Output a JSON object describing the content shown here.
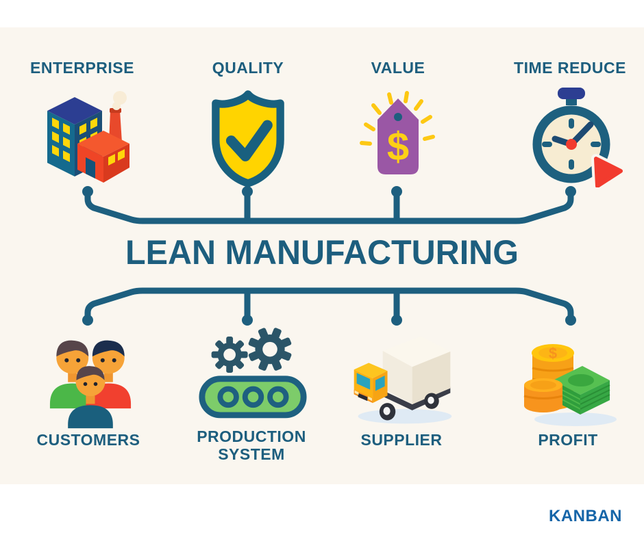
{
  "page": {
    "background": "#ffffff",
    "panel_background": "#faf6ef"
  },
  "palette": {
    "line_teal": "#1d5e7e",
    "kanban_blue": "#1565a8",
    "shield_yellow": "#ffd400",
    "tag_purple": "#9a57a5",
    "alert_red": "#f23b2e",
    "conveyor_green": "#7dcc6a",
    "coin_gold": "#ffc50d",
    "bill_green": "#3aa73f"
  },
  "title": "LEAN MANUFACTURING",
  "brand": "KANBAN",
  "top_items": [
    {
      "label": "ENTERPRISE",
      "icon": "factory-icon"
    },
    {
      "label": "QUALITY",
      "icon": "shield-check-icon"
    },
    {
      "label": "VALUE",
      "icon": "price-tag-icon",
      "symbol": "$"
    },
    {
      "label": "TIME REDUCE",
      "icon": "stopwatch-icon"
    }
  ],
  "bottom_items": [
    {
      "label": "CUSTOMERS",
      "icon": "customers-icon"
    },
    {
      "label": "PRODUCTION SYSTEM",
      "icon": "production-line-icon"
    },
    {
      "label": "SUPPLIER",
      "icon": "delivery-truck-icon"
    },
    {
      "label": "PROFIT",
      "icon": "money-profit-icon",
      "symbol": "$"
    }
  ]
}
